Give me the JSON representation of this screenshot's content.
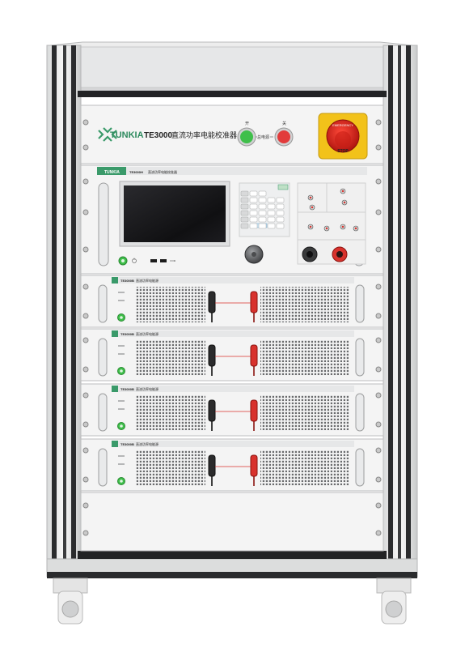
{
  "brand": {
    "name": "TUNKIA",
    "model_name": "TE3000",
    "product_title": "直流功率电能校准器"
  },
  "top_panel": {
    "on_label": "开",
    "off_label": "关",
    "power_label": "总电源"
  },
  "emergency": {
    "line1": "EMERGENCY",
    "line2": "STOP"
  },
  "controller": {
    "header_logo": "TUNKIA",
    "header_model": "TE3000H",
    "header_title": "直流功率电能校准器"
  },
  "modules": [
    {
      "header_model": "TE3000B",
      "header_title": "直流功率电能源"
    },
    {
      "header_model": "TE3000B",
      "header_title": "直流功率电能源"
    },
    {
      "header_model": "TE3000B",
      "header_title": "直流功率电能源"
    },
    {
      "header_model": "TE3000B",
      "header_title": "直流功率电能源"
    }
  ],
  "colors": {
    "on_button": "#3fbf4a",
    "off_button": "#e23b3b",
    "emergency_base": "#f2c21a",
    "accent_green": "#3a9a6a",
    "terminal_red": "#d8322d"
  }
}
